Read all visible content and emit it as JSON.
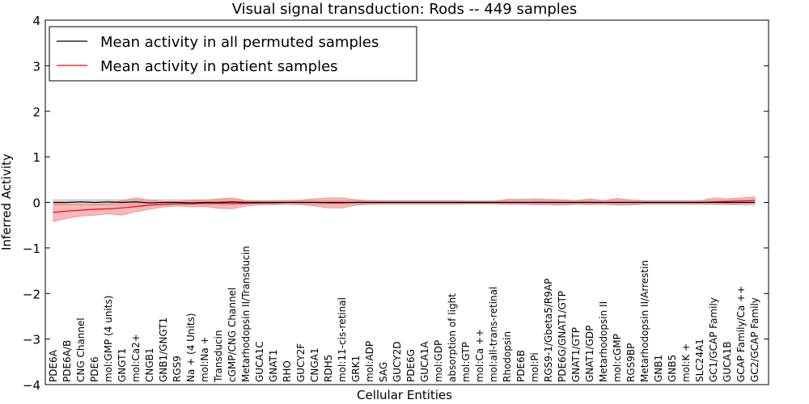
{
  "chart_data": {
    "type": "line",
    "title": "Visual signal transduction: Rods -- 449 samples",
    "xlabel": "Cellular Entities",
    "ylabel": "Inferred Activity",
    "ylim": [
      -4,
      4
    ],
    "yticks": [
      "4",
      "3",
      "2",
      "1",
      "0",
      "−1",
      "−2",
      "−3",
      "−4"
    ],
    "grid": false,
    "legend_position": "top-left",
    "categories": [
      "PDE6A",
      "PDE6A/B",
      "CNG Channel",
      "PDE6",
      "mol:GMP (4 units)",
      "GNGT1",
      "mol:Ca2+",
      "CNGB1",
      "GNB1/GNGT1",
      "RGS9",
      "Na + (4 Units)",
      "mol:Na +",
      "Transducin",
      "cGMP/CNG Channel",
      "Metarhodopsin II/Transducin",
      "GUCA1C",
      "GNAT1",
      "RHO",
      "GUCY2F",
      "CNGA1",
      "RDH5",
      "mol:11-cis-retinal",
      "GRK1",
      "mol:ADP",
      "SAG",
      "GUCY2D",
      "PDE6G",
      "GUCA1A",
      "mol:GDP",
      "absorption of light",
      "mol:GTP",
      "mol:Ca ++",
      "mol:all-trans-retinal",
      "Rhodopsin",
      "PDE6B",
      "mol:Pi",
      "RGS9-1/Gbeta5/R9AP",
      "PDE6G/GNAT1/GTP",
      "GNAT1/GTP",
      "GNAT1/GDP",
      "Metarhodopsin II",
      "mol:cGMP",
      "RGS9BP",
      "Metarhodopsin II/Arrestin",
      "GNB1",
      "GNB5",
      "mol:K +",
      "SLC24A1",
      "GC1/GCAP Family",
      "GUCA1B",
      "GCAP Family/Ca ++",
      "GC2/GCAP Family"
    ],
    "series": [
      {
        "name": "Mean activity in all permuted samples",
        "color": "#000000",
        "band_color": "#bdbdbd",
        "values": [
          0.0,
          0.0,
          0.01,
          0.0,
          0.01,
          0.0,
          0.01,
          -0.01,
          0.0,
          0.0,
          -0.01,
          0.0,
          0.0,
          0.01,
          0.0,
          0.0,
          0.0,
          0.0,
          0.0,
          0.0,
          0.0,
          0.0,
          0.0,
          0.0,
          0.0,
          0.0,
          0.0,
          0.0,
          0.0,
          0.0,
          0.0,
          0.0,
          0.0,
          0.0,
          0.0,
          0.0,
          0.0,
          0.0,
          0.0,
          0.0,
          0.0,
          0.0,
          0.0,
          0.0,
          0.0,
          0.0,
          0.0,
          0.0,
          0.0,
          0.0,
          0.0,
          0.0
        ],
        "lower": [
          -0.06,
          -0.06,
          -0.06,
          -0.06,
          -0.06,
          -0.06,
          -0.06,
          -0.06,
          -0.06,
          -0.06,
          -0.06,
          -0.06,
          -0.06,
          -0.06,
          -0.04,
          -0.04,
          -0.04,
          -0.04,
          -0.04,
          -0.04,
          -0.04,
          -0.04,
          -0.04,
          -0.04,
          -0.04,
          -0.04,
          -0.04,
          -0.04,
          -0.04,
          -0.04,
          -0.04,
          -0.04,
          -0.04,
          -0.04,
          -0.04,
          -0.04,
          -0.04,
          -0.04,
          -0.04,
          -0.04,
          -0.04,
          -0.06,
          -0.06,
          -0.04,
          -0.04,
          -0.04,
          -0.04,
          -0.04,
          -0.04,
          -0.05,
          -0.06,
          -0.06
        ],
        "upper": [
          0.06,
          0.06,
          0.06,
          0.06,
          0.06,
          0.06,
          0.06,
          0.06,
          0.06,
          0.06,
          0.06,
          0.06,
          0.06,
          0.06,
          0.04,
          0.04,
          0.04,
          0.04,
          0.04,
          0.04,
          0.04,
          0.04,
          0.04,
          0.04,
          0.04,
          0.04,
          0.04,
          0.04,
          0.04,
          0.04,
          0.04,
          0.04,
          0.04,
          0.04,
          0.04,
          0.04,
          0.04,
          0.04,
          0.04,
          0.04,
          0.04,
          0.06,
          0.06,
          0.04,
          0.04,
          0.04,
          0.04,
          0.04,
          0.04,
          0.05,
          0.06,
          0.06
        ]
      },
      {
        "name": "Mean activity in patient samples",
        "color": "#ff0000",
        "band_color": "#f28b8b",
        "values": [
          -0.22,
          -0.19,
          -0.17,
          -0.15,
          -0.14,
          -0.12,
          -0.09,
          -0.06,
          -0.04,
          -0.03,
          -0.03,
          -0.02,
          -0.02,
          -0.02,
          -0.02,
          -0.01,
          -0.01,
          0.0,
          0.0,
          0.0,
          -0.01,
          -0.01,
          0.0,
          0.0,
          0.0,
          0.0,
          0.0,
          0.0,
          0.0,
          0.0,
          0.0,
          0.0,
          0.0,
          0.0,
          0.0,
          0.0,
          0.0,
          0.0,
          0.0,
          0.0,
          0.0,
          0.0,
          0.0,
          0.0,
          0.0,
          0.0,
          0.0,
          0.0,
          0.01,
          0.02,
          0.03,
          0.04
        ],
        "lower": [
          -0.42,
          -0.35,
          -0.3,
          -0.28,
          -0.25,
          -0.28,
          -0.2,
          -0.15,
          -0.1,
          -0.08,
          -0.1,
          -0.09,
          -0.13,
          -0.14,
          -0.08,
          -0.05,
          -0.05,
          -0.04,
          -0.05,
          -0.08,
          -0.12,
          -0.12,
          -0.06,
          -0.04,
          -0.03,
          -0.03,
          -0.03,
          -0.03,
          -0.03,
          -0.03,
          -0.02,
          -0.02,
          -0.02,
          -0.03,
          -0.04,
          -0.05,
          -0.05,
          -0.06,
          -0.04,
          -0.05,
          -0.04,
          -0.06,
          -0.05,
          -0.03,
          -0.03,
          -0.03,
          -0.03,
          -0.03,
          -0.04,
          -0.04,
          -0.03,
          -0.02
        ],
        "upper": [
          -0.02,
          -0.03,
          -0.04,
          -0.03,
          -0.03,
          0.04,
          0.1,
          0.05,
          0.02,
          0.02,
          0.04,
          0.05,
          0.08,
          0.1,
          0.04,
          0.03,
          0.03,
          0.04,
          0.05,
          0.08,
          0.1,
          0.1,
          0.06,
          0.04,
          0.03,
          0.03,
          0.03,
          0.03,
          0.03,
          0.03,
          0.02,
          0.02,
          0.02,
          0.07,
          0.07,
          0.08,
          0.07,
          0.06,
          0.04,
          0.08,
          0.04,
          0.09,
          0.05,
          0.03,
          0.03,
          0.03,
          0.03,
          0.03,
          0.1,
          0.08,
          0.1,
          0.12
        ]
      }
    ]
  }
}
